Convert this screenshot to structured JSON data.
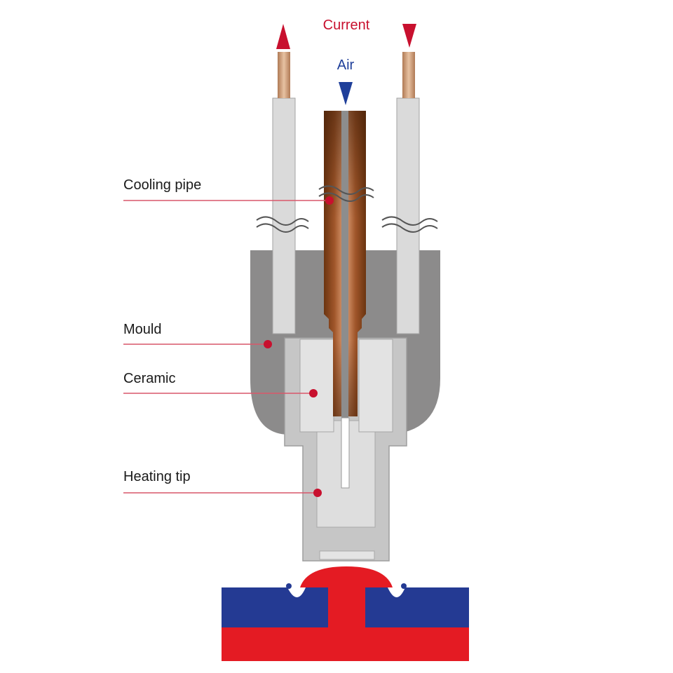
{
  "labels": {
    "current": "Current",
    "air": "Air",
    "cooling_pipe": "Cooling pipe",
    "mould": "Mould",
    "ceramic": "Ceramic",
    "heating_tip": "Heating tip"
  },
  "colors": {
    "current": "#c8102e",
    "air": "#1f3f9a",
    "leader": "#d9576a",
    "dot": "#c8102e",
    "mould": "#8c8b8b",
    "ceramic": "#e3e3e3",
    "tip": "#c9c9c9",
    "pipe": "#dadada",
    "copper": "#b5693a",
    "blue_layer": "#243a93",
    "red_layer": "#e41b23"
  }
}
